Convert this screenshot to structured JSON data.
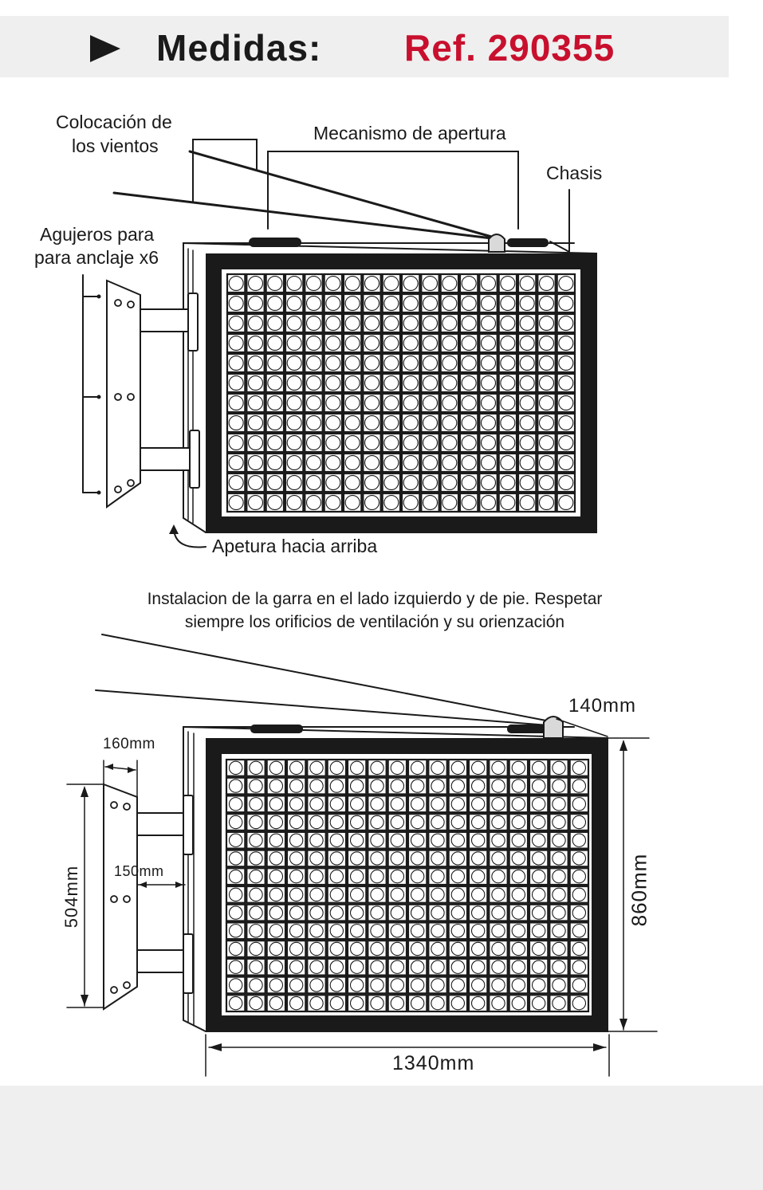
{
  "header": {
    "title": "Medidas:",
    "ref": "Ref. 290355",
    "ref_color": "#c8102e",
    "arrow_icon": "play-triangle-icon"
  },
  "top_diagram": {
    "labels": {
      "vientos": [
        "Colocación de",
        "los vientos"
      ],
      "mecanismo": "Mecanismo de apertura",
      "chasis": "Chasis",
      "agujeros": [
        "Agujeros para",
        "para anclaje x6"
      ],
      "apertura": "Apetura hacia arriba"
    }
  },
  "note": {
    "lines": [
      "Instalacion de la garra en el lado izquierdo y de pie. Respetar",
      "siempre los orificios de ventilación y su orienzación"
    ]
  },
  "bottom_diagram": {
    "dimensions": {
      "hinge_offset": "140mm",
      "bracket_depth": "160mm",
      "arm_length": "150mm",
      "bracket_height": "504mm",
      "height": "860mm",
      "width": "1340mm"
    }
  },
  "grid": {
    "top_cols": 18,
    "top_rows": 12,
    "bottom_cols": 18,
    "bottom_rows": 14
  }
}
